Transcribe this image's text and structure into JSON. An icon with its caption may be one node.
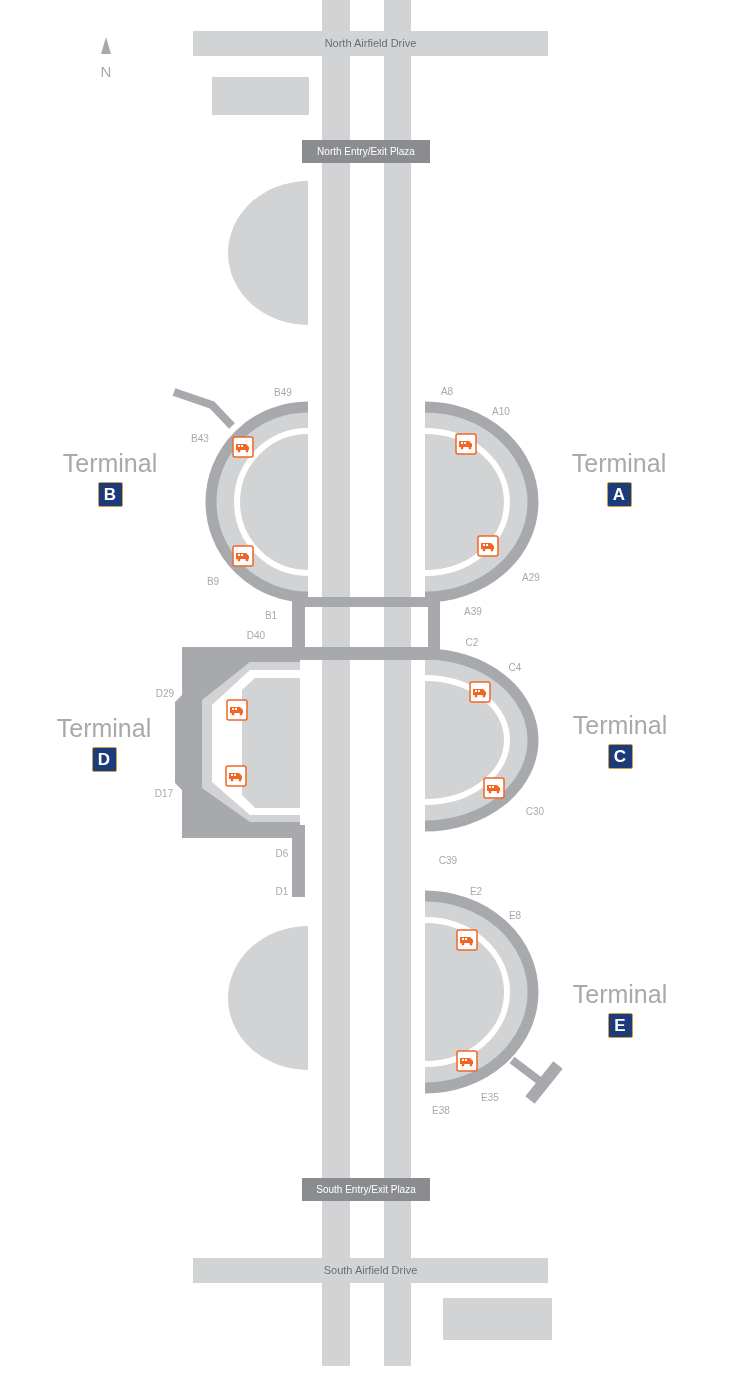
{
  "diagram": {
    "nodes": [
      {
        "text": [
          "North Airfield Drive"
        ]
      },
      {
        "text": [
          "North Entry/Exit Plaza"
        ]
      },
      {
        "text": [],
        "shape": "semicircle"
      },
      {
        "text": [
          "Terminal",
          "B"
        ]
      },
      {
        "text": [
          "Terminal",
          "A"
        ]
      },
      {
        "text": [
          "Terminal",
          "D"
        ]
      },
      {
        "text": [
          "Terminal",
          "C"
        ]
      },
      {
        "text": [],
        "shape": "semicircle"
      },
      {
        "text": [
          "Terminal",
          "E"
        ]
      },
      {
        "text": [
          "South Entry/Exit Plaza"
        ]
      },
      {
        "text": [
          "South Airfield Drive"
        ]
      }
    ],
    "labels": [
      "N",
      "B49",
      "A8",
      "A10",
      "B43",
      "B9",
      "A29",
      "B1",
      "A39",
      "D40",
      "C2",
      "C4",
      "D29",
      "D17",
      "C30",
      "D6",
      "C39",
      "D1",
      "E2",
      "E8",
      "E35",
      "E38"
    ]
  }
}
